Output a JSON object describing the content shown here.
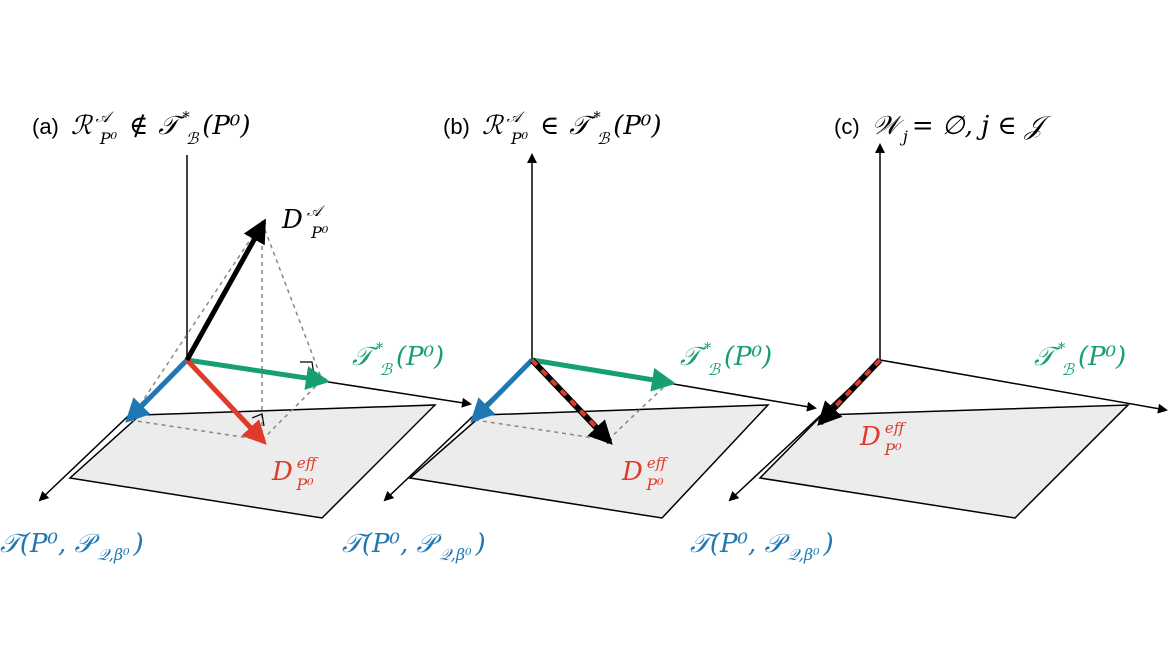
{
  "panels": [
    {
      "id": "a",
      "caption_prefix": "(a)",
      "caption_math": "ℛ",
      "caption_sup": "𝒜",
      "caption_sub": "P⁰",
      "caption_rel": "∉",
      "caption_rhs": "𝒯",
      "caption_rhs_sup": "*",
      "caption_rhs_sub": "ℬ",
      "caption_rhs_arg": "(P⁰)"
    },
    {
      "id": "b",
      "caption_prefix": "(b)",
      "caption_math": "ℛ",
      "caption_sup": "𝒜",
      "caption_sub": "P⁰",
      "caption_rel": "∈",
      "caption_rhs": "𝒯",
      "caption_rhs_sup": "*",
      "caption_rhs_sub": "ℬ",
      "caption_rhs_arg": "(P⁰)"
    },
    {
      "id": "c",
      "caption_prefix": "(c)",
      "caption_text": "𝒲",
      "caption_sub": "j",
      "caption_rest": " = ∅, j ∈ 𝒥"
    }
  ],
  "labels": {
    "tangent_star": {
      "main": "𝒯",
      "sup": "*",
      "sub": "ℬ",
      "arg": "(P⁰)"
    },
    "tangent_model": {
      "main": "𝒯(P⁰, 𝒫",
      "sub": "𝒬,β⁰",
      "arg": ")"
    },
    "d_eff": {
      "main": "D",
      "sup": "eff",
      "sub": "P⁰"
    },
    "d_a": {
      "main": "D",
      "sup": "𝒜",
      "sub": "P⁰"
    }
  },
  "colors": {
    "blue": "#1f77b4",
    "green": "#16a06f",
    "red": "#e03a2a",
    "black": "#000000",
    "plane_fill": "#ececec",
    "dash": "#888888"
  }
}
